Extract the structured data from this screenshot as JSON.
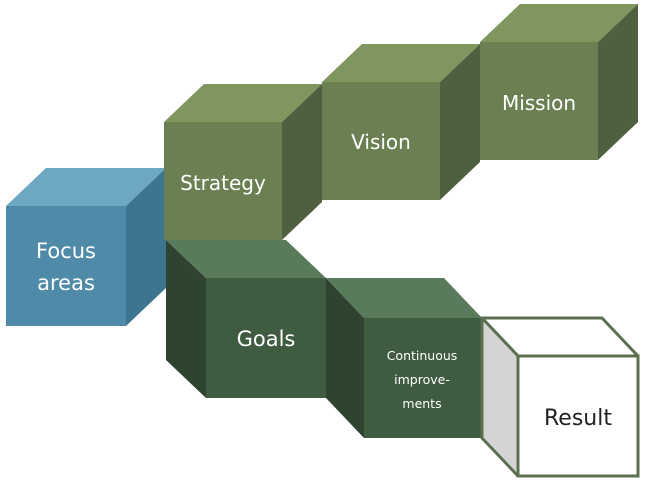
{
  "diagram": {
    "blocks": {
      "focus_areas": {
        "line1": "Focus",
        "line2": "areas"
      },
      "strategy": "Strategy",
      "vision": "Vision",
      "mission": "Mission",
      "goals": "Goals",
      "continuous": {
        "line1": "Continuous",
        "line2": "improve-",
        "line3": "ments"
      },
      "result": "Result"
    },
    "colors": {
      "focus_front": "#4f8ba8",
      "focus_top": "#6ea7c2",
      "focus_side": "#3d7490",
      "olive_front": "#6a8052",
      "olive_top": "#80965f",
      "olive_side": "#4f6040",
      "dark_front": "#3f5c41",
      "dark_top": "#5a7a5c",
      "dark_side": "#2e4430",
      "result_front": "#ffffff",
      "result_side": "#d4d4d4",
      "result_border": "#5c7050"
    }
  }
}
